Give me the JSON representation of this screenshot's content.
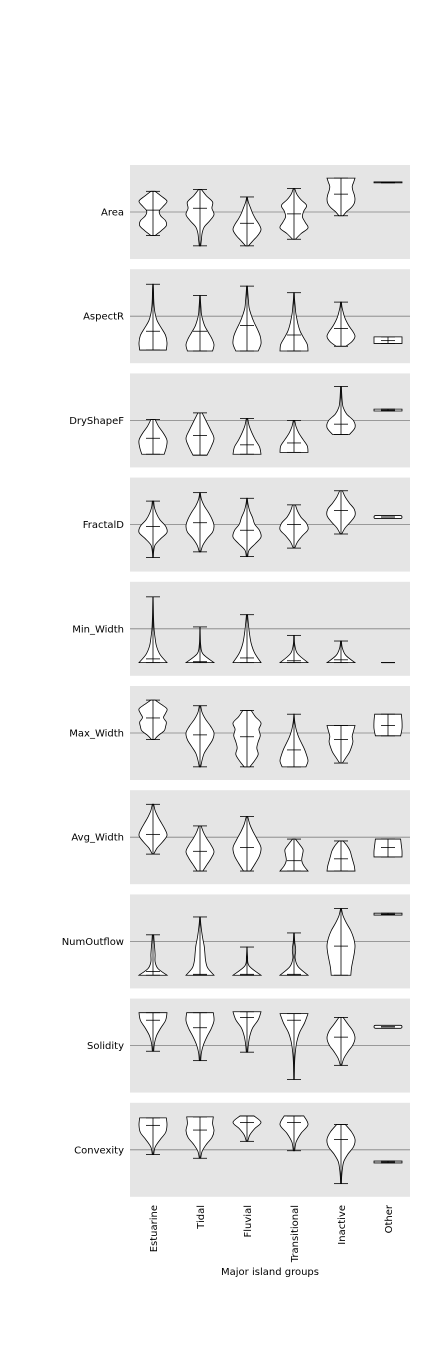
{
  "chart_data": {
    "type": "violin",
    "xlabel": "Major island groups",
    "categories": [
      "Estuarine",
      "Tidal",
      "Fluvial",
      "Transitional",
      "Inactive",
      "Other"
    ],
    "colors": {
      "panel_bg": "#e5e5e5",
      "violin_fill": "#ffffff",
      "line": "#000000",
      "midline": "#808080"
    },
    "panels": [
      {
        "label": "Area",
        "violins": [
          {
            "min": 0.25,
            "max": 0.72,
            "mean": 0.52,
            "median": 0.52,
            "profile": [
              0.15,
              0.6,
              0.95,
              0.9,
              0.55,
              0.45,
              0.75,
              1.0,
              0.6,
              0.15
            ]
          },
          {
            "min": 0.14,
            "max": 0.74,
            "mean": 0.54,
            "median": 0.54,
            "profile": [
              0.05,
              0.1,
              0.15,
              0.3,
              0.7,
              1.0,
              0.85,
              0.9,
              0.45,
              0.1
            ]
          },
          {
            "min": 0.14,
            "max": 0.66,
            "mean": 0.38,
            "median": 0.38,
            "profile": [
              0.1,
              0.45,
              0.8,
              1.0,
              0.85,
              0.6,
              0.4,
              0.25,
              0.1,
              0.02
            ]
          },
          {
            "min": 0.21,
            "max": 0.75,
            "mean": 0.48,
            "median": 0.48,
            "profile": [
              0.1,
              0.5,
              1.0,
              0.8,
              0.6,
              0.7,
              0.9,
              0.5,
              0.2,
              0.05
            ]
          },
          {
            "min": 0.46,
            "max": 0.86,
            "mean": 0.69,
            "median": 0.69,
            "profile": [
              0.15,
              0.4,
              0.75,
              0.95,
              1.0,
              0.95,
              0.85,
              0.8,
              0.9,
              1.0
            ]
          },
          {
            "min": 0.81,
            "max": 0.82,
            "mean": 0.815,
            "median": 0.815,
            "profile": [
              1.0,
              1.0
            ]
          }
        ]
      },
      {
        "label": "AspectR",
        "violins": [
          {
            "min": 0.14,
            "max": 0.84,
            "mean": 0.34,
            "median": 0.34,
            "profile": [
              0.95,
              1.0,
              0.9,
              0.6,
              0.3,
              0.15,
              0.08,
              0.05,
              0.04,
              0.02
            ]
          },
          {
            "min": 0.13,
            "max": 0.72,
            "mean": 0.34,
            "median": 0.34,
            "profile": [
              0.9,
              1.0,
              0.85,
              0.6,
              0.35,
              0.2,
              0.1,
              0.07,
              0.04,
              0.02
            ]
          },
          {
            "min": 0.13,
            "max": 0.82,
            "mean": 0.4,
            "median": 0.4,
            "profile": [
              0.8,
              1.0,
              0.95,
              0.75,
              0.5,
              0.3,
              0.15,
              0.1,
              0.06,
              0.03
            ]
          },
          {
            "min": 0.13,
            "max": 0.75,
            "mean": 0.3,
            "median": 0.3,
            "profile": [
              1.0,
              0.95,
              0.7,
              0.45,
              0.3,
              0.2,
              0.12,
              0.08,
              0.04,
              0.02
            ]
          },
          {
            "min": 0.18,
            "max": 0.65,
            "mean": 0.37,
            "median": 0.37,
            "profile": [
              0.35,
              0.8,
              1.0,
              0.85,
              0.6,
              0.4,
              0.25,
              0.15,
              0.07,
              0.03
            ]
          },
          {
            "min": 0.21,
            "max": 0.28,
            "mean": 0.24,
            "median": 0.24,
            "profile": [
              1.0,
              1.0
            ]
          }
        ]
      },
      {
        "label": "DryShapeF",
        "violins": [
          {
            "min": 0.14,
            "max": 0.51,
            "mean": 0.31,
            "median": 0.31,
            "profile": [
              0.8,
              0.95,
              1.0,
              0.75,
              0.4,
              0.15
            ]
          },
          {
            "min": 0.13,
            "max": 0.58,
            "mean": 0.34,
            "median": 0.34,
            "profile": [
              0.5,
              0.8,
              1.0,
              0.75,
              0.45,
              0.15
            ]
          },
          {
            "min": 0.14,
            "max": 0.52,
            "mean": 0.24,
            "median": 0.24,
            "profile": [
              1.0,
              0.9,
              0.6,
              0.35,
              0.15,
              0.05
            ]
          },
          {
            "min": 0.16,
            "max": 0.5,
            "mean": 0.26,
            "median": 0.26,
            "profile": [
              1.0,
              0.95,
              0.65,
              0.35,
              0.15,
              0.05
            ]
          },
          {
            "min": 0.35,
            "max": 0.86,
            "mean": 0.46,
            "median": 0.46,
            "profile": [
              0.6,
              1.0,
              0.9,
              0.4,
              0.15,
              0.08,
              0.05,
              0.03
            ]
          },
          {
            "min": 0.6,
            "max": 0.62,
            "mean": 0.61,
            "median": 0.61,
            "profile": [
              1.0,
              1.0
            ]
          }
        ]
      },
      {
        "label": "FractalD",
        "violins": [
          {
            "min": 0.15,
            "max": 0.75,
            "mean": 0.48,
            "median": 0.48,
            "profile": [
              0.02,
              0.05,
              0.15,
              0.55,
              1.0,
              0.9,
              0.5,
              0.25,
              0.1,
              0.05
            ]
          },
          {
            "min": 0.21,
            "max": 0.84,
            "mean": 0.52,
            "median": 0.52,
            "profile": [
              0.05,
              0.2,
              0.5,
              0.9,
              1.0,
              0.85,
              0.6,
              0.3,
              0.1,
              0.02
            ]
          },
          {
            "min": 0.16,
            "max": 0.78,
            "mean": 0.44,
            "median": 0.44,
            "profile": [
              0.05,
              0.15,
              0.6,
              1.0,
              0.9,
              0.55,
              0.4,
              0.2,
              0.08,
              0.02
            ]
          },
          {
            "min": 0.25,
            "max": 0.71,
            "mean": 0.5,
            "median": 0.5,
            "profile": [
              0.05,
              0.25,
              0.6,
              1.0,
              0.9,
              0.5,
              0.25,
              0.1
            ]
          },
          {
            "min": 0.4,
            "max": 0.86,
            "mean": 0.65,
            "median": 0.65,
            "profile": [
              0.05,
              0.3,
              0.7,
              1.0,
              0.95,
              0.6,
              0.3,
              0.1
            ]
          },
          {
            "min": 0.58,
            "max": 0.58,
            "mean": 0.58,
            "median": 0.58,
            "profile": [
              1.0,
              1.0
            ]
          }
        ]
      },
      {
        "label": "Min_Width",
        "violins": [
          {
            "min": 0.14,
            "max": 0.84,
            "mean": 0.18,
            "median": 0.18,
            "profile": [
              1.0,
              0.5,
              0.25,
              0.15,
              0.08,
              0.05,
              0.03,
              0.02,
              0.01
            ]
          },
          {
            "min": 0.14,
            "max": 0.52,
            "mean": 0.15,
            "median": 0.15,
            "profile": [
              1.0,
              0.2,
              0.05,
              0.02,
              0.01
            ]
          },
          {
            "min": 0.14,
            "max": 0.65,
            "mean": 0.19,
            "median": 0.19,
            "profile": [
              1.0,
              0.55,
              0.3,
              0.18,
              0.1,
              0.04
            ]
          },
          {
            "min": 0.14,
            "max": 0.43,
            "mean": 0.16,
            "median": 0.16,
            "profile": [
              1.0,
              0.25,
              0.05,
              0.02
            ]
          },
          {
            "min": 0.14,
            "max": 0.37,
            "mean": 0.17,
            "median": 0.17,
            "profile": [
              1.0,
              0.35,
              0.1,
              0.03
            ]
          },
          {
            "min": 0.14,
            "max": 0.14,
            "mean": 0.14,
            "median": 0.14,
            "profile": [
              0.0,
              0.0
            ]
          }
        ]
      },
      {
        "label": "Max_Width",
        "violins": [
          {
            "min": 0.43,
            "max": 0.85,
            "mean": 0.66,
            "median": 0.66,
            "profile": [
              0.1,
              0.4,
              0.8,
              0.9,
              0.95,
              0.75,
              0.9,
              1.0,
              0.6,
              0.15
            ]
          },
          {
            "min": 0.14,
            "max": 0.79,
            "mean": 0.48,
            "median": 0.48,
            "profile": [
              0.05,
              0.15,
              0.3,
              0.6,
              0.9,
              1.0,
              0.75,
              0.4,
              0.15,
              0.05
            ]
          },
          {
            "min": 0.14,
            "max": 0.74,
            "mean": 0.46,
            "median": 0.46,
            "profile": [
              0.2,
              0.55,
              0.8,
              0.7,
              0.8,
              0.95,
              0.85,
              1.0,
              0.6,
              0.3
            ]
          },
          {
            "min": 0.14,
            "max": 0.7,
            "mean": 0.32,
            "median": 0.32,
            "profile": [
              0.85,
              1.0,
              0.9,
              0.75,
              0.55,
              0.35,
              0.2,
              0.1,
              0.04,
              0.01
            ]
          },
          {
            "min": 0.18,
            "max": 0.58,
            "mean": 0.43,
            "median": 0.43,
            "profile": [
              0.1,
              0.35,
              0.6,
              0.75,
              0.85,
              0.8,
              0.9,
              1.0
            ]
          },
          {
            "min": 0.47,
            "max": 0.7,
            "mean": 0.58,
            "median": 0.58,
            "profile": [
              0.9,
              1.0,
              1.0,
              0.95
            ]
          }
        ]
      },
      {
        "label": "Avg_Width",
        "violins": [
          {
            "min": 0.32,
            "max": 0.85,
            "mean": 0.53,
            "median": 0.53,
            "profile": [
              0.05,
              0.3,
              0.7,
              1.0,
              0.85,
              0.6,
              0.35,
              0.15,
              0.05
            ]
          },
          {
            "min": 0.14,
            "max": 0.62,
            "mean": 0.35,
            "median": 0.35,
            "profile": [
              0.2,
              0.5,
              0.8,
              1.0,
              0.8,
              0.5,
              0.25,
              0.08
            ]
          },
          {
            "min": 0.14,
            "max": 0.72,
            "mean": 0.39,
            "median": 0.39,
            "profile": [
              0.25,
              0.6,
              0.9,
              1.0,
              0.75,
              0.45,
              0.2,
              0.05
            ]
          },
          {
            "min": 0.14,
            "max": 0.48,
            "mean": 0.25,
            "median": 0.25,
            "profile": [
              1.0,
              0.7,
              0.55,
              0.6,
              0.65,
              0.4,
              0.1
            ]
          },
          {
            "min": 0.14,
            "max": 0.46,
            "mean": 0.27,
            "median": 0.27,
            "profile": [
              1.0,
              0.95,
              0.85,
              0.75,
              0.65,
              0.45,
              0.15
            ]
          },
          {
            "min": 0.29,
            "max": 0.48,
            "mean": 0.39,
            "median": 0.39,
            "profile": [
              1.0,
              1.0,
              0.95,
              0.9
            ]
          }
        ]
      },
      {
        "label": "NumOutflow",
        "violins": [
          {
            "min": 0.14,
            "max": 0.57,
            "mean": 0.18,
            "median": 0.18,
            "profile": [
              1.0,
              0.35,
              0.15,
              0.15,
              0.12,
              0.08,
              0.05
            ]
          },
          {
            "min": 0.14,
            "max": 0.76,
            "mean": 0.15,
            "median": 0.15,
            "profile": [
              1.0,
              0.55,
              0.4,
              0.35,
              0.3,
              0.2,
              0.12,
              0.06,
              0.02
            ]
          },
          {
            "min": 0.14,
            "max": 0.44,
            "mean": 0.15,
            "median": 0.15,
            "profile": [
              1.0,
              0.15,
              0.04,
              0.01
            ]
          },
          {
            "min": 0.14,
            "max": 0.59,
            "mean": 0.15,
            "median": 0.15,
            "profile": [
              1.0,
              0.3,
              0.08,
              0.12,
              0.05,
              0.02
            ]
          },
          {
            "min": 0.14,
            "max": 0.85,
            "mean": 0.45,
            "median": 0.45,
            "profile": [
              0.7,
              0.75,
              0.85,
              0.95,
              1.0,
              0.9,
              0.7,
              0.4,
              0.15,
              0.03
            ]
          },
          {
            "min": 0.78,
            "max": 0.8,
            "mean": 0.79,
            "median": 0.79,
            "profile": [
              1.0,
              1.0
            ]
          }
        ]
      },
      {
        "label": "Solidity",
        "violins": [
          {
            "min": 0.44,
            "max": 0.85,
            "mean": 0.77,
            "median": 0.77,
            "profile": [
              0.05,
              0.1,
              0.25,
              0.55,
              0.9,
              1.0
            ]
          },
          {
            "min": 0.34,
            "max": 0.85,
            "mean": 0.69,
            "median": 0.69,
            "profile": [
              0.05,
              0.1,
              0.25,
              0.5,
              0.8,
              1.0,
              0.95
            ]
          },
          {
            "min": 0.43,
            "max": 0.86,
            "mean": 0.8,
            "median": 0.8,
            "profile": [
              0.05,
              0.1,
              0.2,
              0.4,
              0.8,
              1.0
            ]
          },
          {
            "min": 0.14,
            "max": 0.84,
            "mean": 0.77,
            "median": 0.77,
            "profile": [
              0.02,
              0.03,
              0.05,
              0.1,
              0.2,
              0.4,
              0.75,
              1.0
            ]
          },
          {
            "min": 0.29,
            "max": 0.8,
            "mean": 0.59,
            "median": 0.59,
            "profile": [
              0.05,
              0.2,
              0.5,
              0.85,
              1.0,
              0.85,
              0.5,
              0.15
            ]
          },
          {
            "min": 0.7,
            "max": 0.7,
            "mean": 0.7,
            "median": 0.7,
            "profile": [
              1.0,
              1.0
            ]
          }
        ]
      },
      {
        "label": "Convexity",
        "violins": [
          {
            "min": 0.45,
            "max": 0.84,
            "mean": 0.76,
            "median": 0.76,
            "profile": [
              0.05,
              0.15,
              0.5,
              0.9,
              1.0,
              0.95
            ]
          },
          {
            "min": 0.41,
            "max": 0.85,
            "mean": 0.71,
            "median": 0.71,
            "profile": [
              0.05,
              0.15,
              0.45,
              0.85,
              1.0,
              0.9,
              0.95
            ]
          },
          {
            "min": 0.59,
            "max": 0.86,
            "mean": 0.79,
            "median": 0.79,
            "profile": [
              0.05,
              0.2,
              0.55,
              1.0,
              0.5
            ]
          },
          {
            "min": 0.49,
            "max": 0.86,
            "mean": 0.79,
            "median": 0.79,
            "profile": [
              0.05,
              0.15,
              0.5,
              1.0,
              0.7
            ]
          },
          {
            "min": 0.14,
            "max": 0.77,
            "mean": 0.61,
            "median": 0.61,
            "profile": [
              0.03,
              0.05,
              0.1,
              0.2,
              0.5,
              0.9,
              1.0,
              0.75,
              0.3
            ]
          },
          {
            "min": 0.36,
            "max": 0.38,
            "mean": 0.37,
            "median": 0.37,
            "profile": [
              1.0,
              1.0
            ]
          }
        ]
      }
    ]
  }
}
